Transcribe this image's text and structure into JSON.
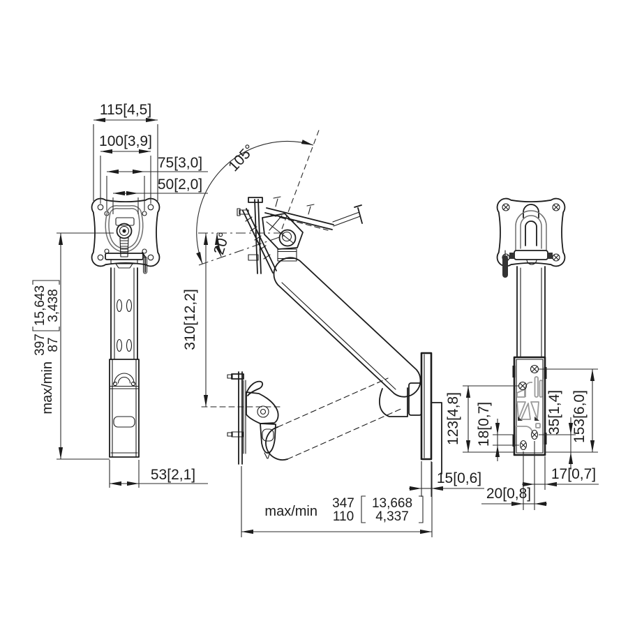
{
  "dimensions": {
    "plate_width": "115[4,5]",
    "vesa_100": "100[3,9]",
    "vesa_75": "75[3,0]",
    "vesa_50": "50[2,0]",
    "height_range": {
      "prefix": "max/min",
      "mm_max": "397",
      "mm_min": "87",
      "inch_max": "15,643",
      "inch_min": "3,438"
    },
    "column_width": "53[2,1]",
    "tilt_angle": "105°",
    "down_angle": "20°",
    "pivot_height": "310[12,2]",
    "reach_range": {
      "prefix": "max/min",
      "mm_max": "347",
      "mm_min": "110",
      "inch_max": "13,668",
      "inch_min": "4,337"
    },
    "wall_plate_depth": "15[0,6]",
    "strip_span": "123[4,8]",
    "screw_v_offset": "18[0,7]",
    "screw_bottom": "35[1,4]",
    "strip_height": "153[6,0]",
    "screw_h_spacing": "20[0,8]",
    "screw_edge": "17[0,7]"
  }
}
